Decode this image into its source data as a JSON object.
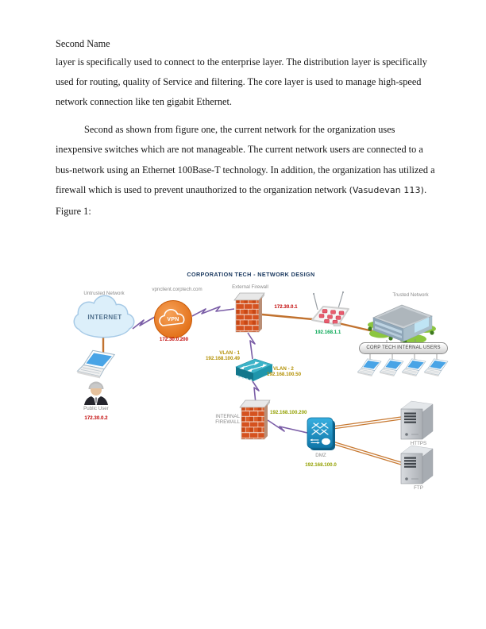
{
  "doc": {
    "header": "Second Name",
    "para1": [
      "layer is specifically used to connect to the enterprise layer. The distribution layer is specifically",
      "used for routing, quality of Service and filtering. The core layer is used to manage high-speed",
      "network connection like ten gigabit Ethernet."
    ],
    "para2": [
      "Second as shown from figure one, the current network for the organization uses",
      "inexpensive switches which are not manageable. The current network users are connected to a",
      "bus-network using an Ethernet 100Base-T technology. In addition, the organization has utilized a",
      "firewall which is used to prevent unauthorized to the organization network "
    ],
    "citation": "(Vasudevan 113)",
    "citation_period": ".",
    "figure_label": "Figure 1:"
  },
  "diagram": {
    "title": "CORPORATION TECH - NETWORK DESIGN",
    "untrusted_label": "Untrusted Network",
    "internet_label": "INTERNET",
    "vpn_host": "vpnclient.corptech.com",
    "vpn_label": "VPN",
    "vpn_ip": "172.30.0.200",
    "external_firewall_label": "External Firewall",
    "external_firewall_ip": "172.30.0.1",
    "router_ip": "192.168.1.1",
    "trusted_label": "Trusted Network",
    "internal_users_label": "CORP TECH INTERNAL USERS",
    "vlan1_label": "VLAN - 1",
    "vlan1_ip": "192.168.100.49",
    "vlan2_label": "VLAN - 2",
    "vlan2_ip": "192.168.100.50",
    "internal_firewall_label": "INTERNAL FIREWALL",
    "internal_firewall_ip": "192.168.100.200",
    "dmz_label": "DMZ",
    "dmz_network": "192.168.100.0",
    "https_label": "HTTPS",
    "ftp_label": "FTP",
    "public_user_label": "Public User",
    "public_user_ip": "172.30.0.2",
    "colors": {
      "title_navy": "#17365D",
      "ip_red": "#C00000",
      "ip_green": "#00A550",
      "vlan_gold": "#B28F00",
      "subnet_olive": "#93A000",
      "tunnel_purple": "#7B5EA7",
      "cable_orange": "#C87A33",
      "vpn_orange": "#E8721C"
    }
  }
}
